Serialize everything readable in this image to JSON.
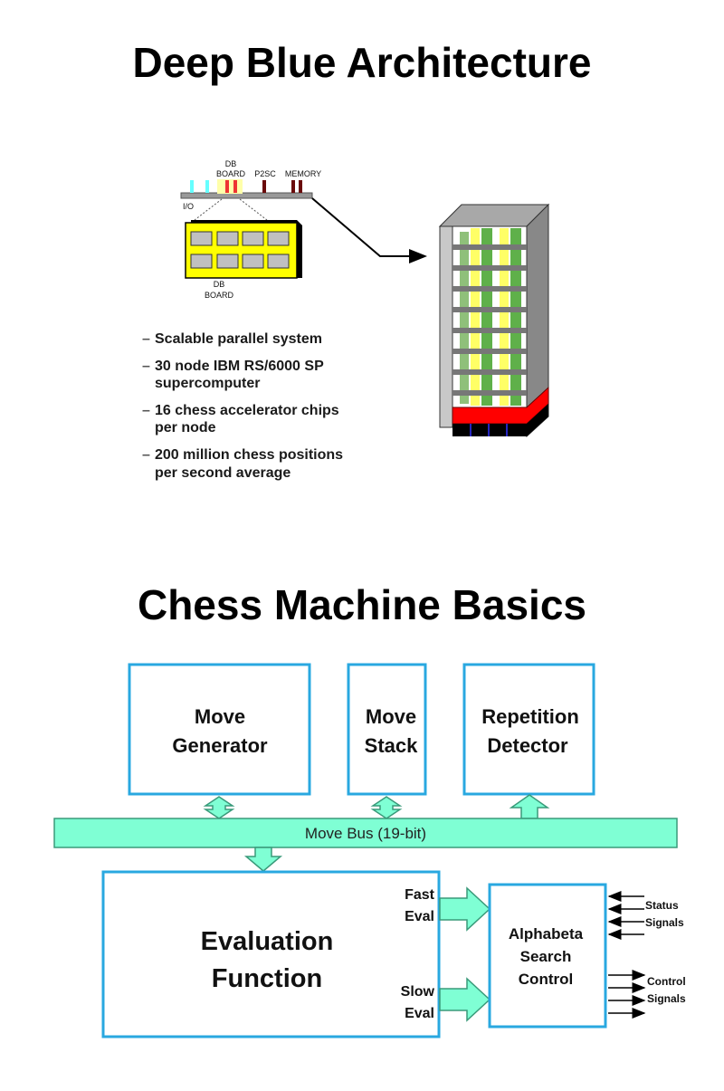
{
  "top": {
    "title": "Deep Blue Architecture",
    "labels": {
      "io": "I/O",
      "db_board_line1": "DB",
      "db_board_line2": "BOARD",
      "p2sc": "P2SC",
      "memory": "MEMORY",
      "board_caption_line1": "DB",
      "board_caption_line2": "BOARD"
    },
    "bullets": [
      {
        "lines": [
          "Scalable parallel system"
        ]
      },
      {
        "lines": [
          "30 node IBM RS/6000 SP",
          "supercomputer"
        ]
      },
      {
        "lines": [
          "16 chess accelerator chips",
          "per node"
        ]
      },
      {
        "lines": [
          "200 million chess positions",
          "per second average"
        ]
      }
    ]
  },
  "bottom": {
    "title": "Chess Machine Basics",
    "move_generator": [
      "Move",
      "Generator"
    ],
    "move_stack": [
      "Move",
      "Stack"
    ],
    "repetition_detector": [
      "Repetition",
      "Detector"
    ],
    "move_bus": "Move Bus (19-bit)",
    "evaluation_function": [
      "Evaluation",
      "Function"
    ],
    "fast_eval": [
      "Fast",
      "Eval"
    ],
    "slow_eval": [
      "Slow",
      "Eval"
    ],
    "alphabeta": [
      "Alphabeta",
      "Search",
      "Control"
    ],
    "status_signals": [
      "Status",
      "Signals"
    ],
    "control_signals": [
      "Control",
      "Signals"
    ]
  },
  "colors": {
    "box_border": "#29a8e0",
    "bus_fill": "#7fffd4",
    "bus_border": "#3a9a7a",
    "board_yellow": "#ffff00",
    "chip_gray": "#c0c0c0",
    "rack_red": "#ff0000",
    "rack_green": "#5fb04a"
  }
}
